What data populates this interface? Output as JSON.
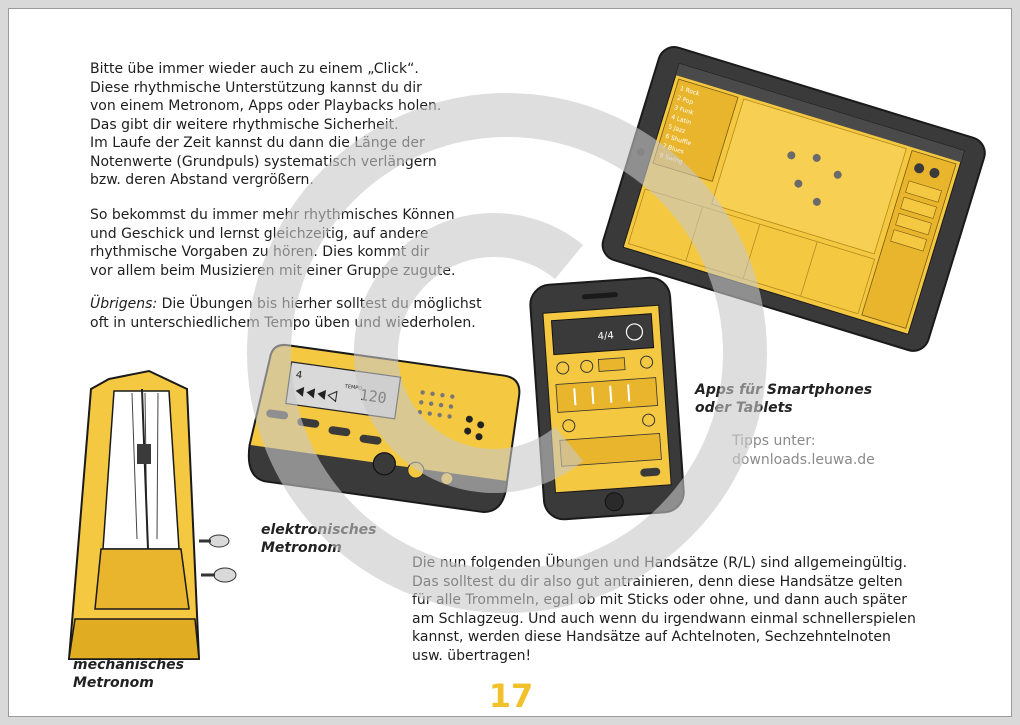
{
  "colors": {
    "accent_yellow": "#f5c842",
    "device_dark": "#3a3a3a",
    "page_number": "#f0c12a",
    "watermark": "#c8c8c8"
  },
  "intro": {
    "paragraph_1": "Bitte übe immer wieder auch zu einem „Click“.\nDiese rhythmische Unterstützung kannst du dir\nvon einem Metronom, Apps oder Playbacks holen.\nDas gibt dir weitere rhythmische Sicherheit.\nIm Laufe der Zeit kannst du dann die Länge der\nNotenwerte (Grundpuls) systematisch verlängern\nbzw. deren Abstand vergrößern.",
    "paragraph_2": "So bekommst du immer mehr rhythmisches Können\nund Geschick und lernst gleichzeitig, auf andere\nrhythmische Vorgaben zu hören. Dies kommt dir\nvor allem beim Musizieren mit einer Gruppe zugute.",
    "paragraph_3_emphasis": "Übrigens:",
    "paragraph_3_rest": " Die Übungen bis hierher solltest du möglichst\noft in unterschiedlichem Tempo üben und wiederholen."
  },
  "captions": {
    "mechanical": "mechanisches\nMetronom",
    "electronic": "elektronisches\nMetronom",
    "apps": "Apps für Smartphones\noder Tablets",
    "tipps": "Tipps unter:\ndownloads.leuwa.de"
  },
  "devices": {
    "electronic_display_number": "4",
    "electronic_display_tempo_label": "TEMPO",
    "electronic_display_bpm": "120",
    "phone_time_signature": "4/4",
    "tablet_list_items": [
      "1 Rock",
      "2 Pop",
      "3 Funk",
      "4 Latin",
      "5 Jazz",
      "6 Shuffle",
      "7 Blues",
      "8 Swing"
    ]
  },
  "bottom_paragraph": "Die nun folgenden Übungen und Handsätze (R/L) sind allgemeingültig.\nDas solltest du dir also gut antrainieren, denn diese Handsätze gelten\nfür alle Trommeln, egal ob mit Sticks oder ohne, und dann auch später\nam Schlagzeug. Und auch wenn du irgendwann einmal schnellerspielen\nkannst, werden diese Handsätze auf Achtelnoten, Sechzehntelnoten\nusw. übertragen!",
  "page_number": "17"
}
